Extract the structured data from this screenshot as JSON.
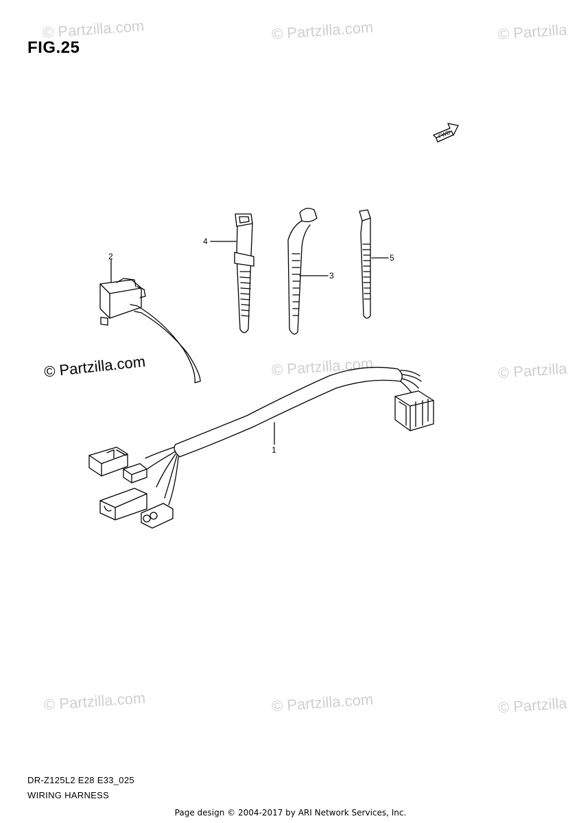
{
  "figure": {
    "title": "FIG.25",
    "code": "DR-Z125L2 E28 E33_025",
    "name": "WIRING HARNESS"
  },
  "callouts": [
    "1",
    "2",
    "3",
    "4",
    "5"
  ],
  "watermark": {
    "text": "© Partzilla.com",
    "text_partial": "© Partzilla"
  },
  "fwd_label": "FWD",
  "credit": "Page design © 2004-2017 by ARI Network Services, Inc.",
  "colors": {
    "line": "#000000",
    "watermark": "#cfcfcf"
  }
}
